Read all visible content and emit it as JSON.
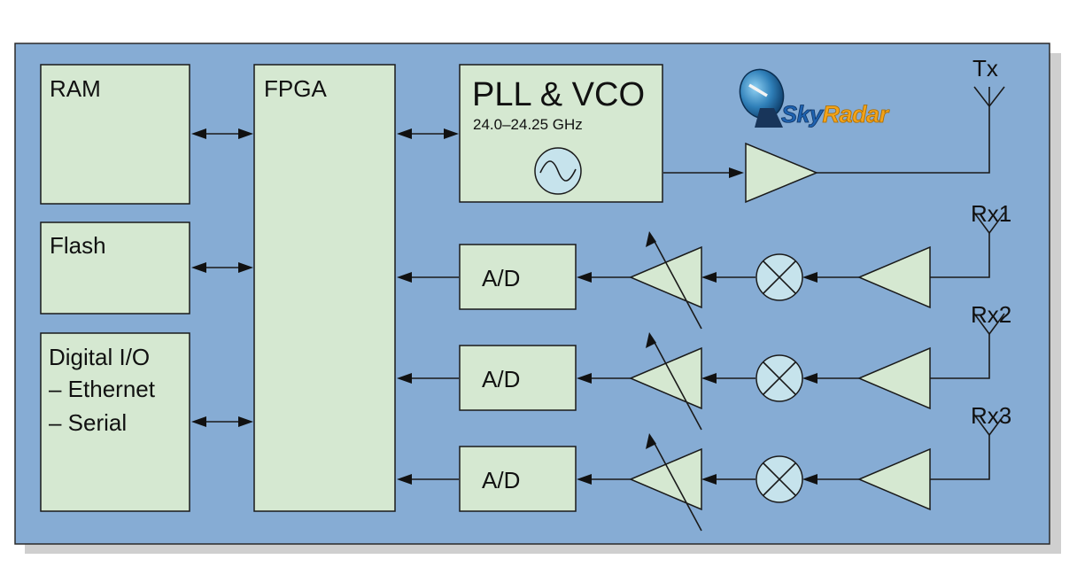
{
  "blocks": {
    "ram": "RAM",
    "flash": "Flash",
    "digital_io": [
      "Digital I/O",
      "– Ethernet",
      "– Serial"
    ],
    "fpga": "FPGA",
    "pll_title": "PLL & VCO",
    "pll_freq": "24.0–24.25 GHz",
    "adc": [
      "A/D",
      "A/D",
      "A/D"
    ]
  },
  "antennas": {
    "tx": "Tx",
    "rx": [
      "Rx1",
      "Rx2",
      "Rx3"
    ]
  },
  "logo": {
    "text_part1": "Sky",
    "text_part2": "Radar"
  },
  "colors": {
    "board": "#86acd4",
    "block": "#d5e8d1",
    "mixer": "#c6e3ec",
    "logo_blue": "#1e62b0",
    "logo_orange": "#f2a31a"
  }
}
